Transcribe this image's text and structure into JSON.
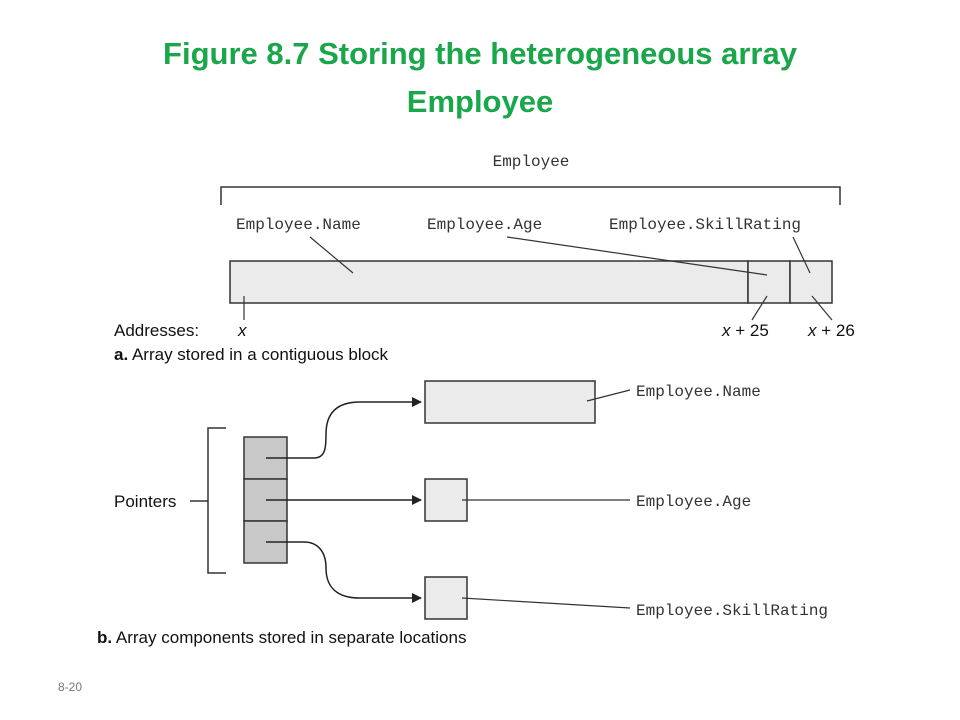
{
  "title": {
    "line1": "Figure 8.7  Storing the heterogeneous array",
    "line2": "Employee"
  },
  "part_a": {
    "group_label": "Employee",
    "field_labels": [
      "Employee.Name",
      "Employee.Age",
      "Employee.SkillRating"
    ],
    "addresses_label": "Addresses:",
    "addresses": [
      "x",
      "x",
      "x"
    ],
    "address_offsets": [
      "",
      " + 25",
      " + 26"
    ],
    "caption_letter": "a.",
    "caption_text": " Array stored in a contiguous block"
  },
  "part_b": {
    "pointers_label": "Pointers",
    "field_labels": [
      "Employee.Name",
      "Employee.Age",
      "Employee.SkillRating"
    ],
    "caption_letter": "b.",
    "caption_text": " Array components stored in separate locations"
  },
  "colors": {
    "title": "#1aa64a",
    "cell_fill": "#ebebeb",
    "pointer_cell_fill": "#c8c8c8",
    "stroke": "#333333"
  },
  "slide_number": "8-20"
}
